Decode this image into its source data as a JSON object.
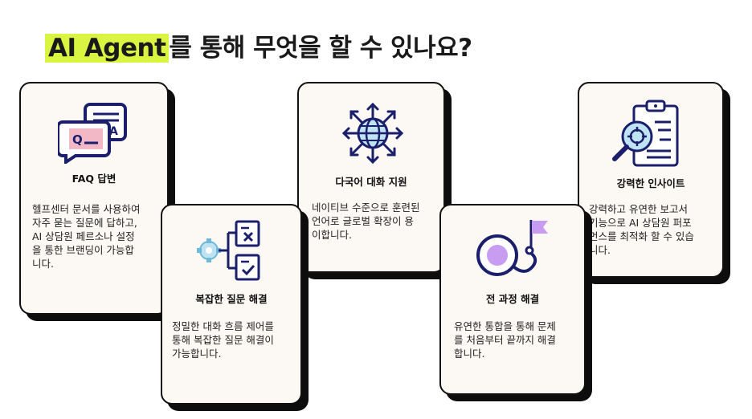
{
  "title": {
    "highlight": "AI Agent",
    "rest": "를 통해 무엇을 할 수 있나요?"
  },
  "cards": [
    {
      "title": "FAQ 답변",
      "desc": "헬프센터 문서를 사용하여\n자주 묻는 질문에 답하고,\nAI 상담원 페르소나 설정\n을 통한 브랜딩이 가능합\n니다.",
      "icon": "faq-chat-icon"
    },
    {
      "title": "복잡한 질문 해결",
      "desc": "정밀한 대화 흐름 제어를\n통해 복잡한 질문 해결이\n가능합니다.",
      "icon": "workflow-gear-icon"
    },
    {
      "title": "다국어 대화 지원",
      "desc": "네이티브 수준으로 훈련된\n언어로 글로벌 확장이 용\n이합니다.",
      "icon": "globe-arrows-icon"
    },
    {
      "title": "전 과정 해결",
      "desc": "유연한 통합을 통해 문제\n를 처음부터 끝까지 해결\n합니다.",
      "icon": "flag-path-icon"
    },
    {
      "title": "강력한 인사이트",
      "desc": "강력하고 유연한 보고서\n기능으로 AI 상담원 퍼포\n먼스를 최적화 할 수 있습\n니다.",
      "icon": "clipboard-magnifier-icon"
    }
  ],
  "colors": {
    "highlight": "#d9f542",
    "card_bg": "#fcf8f4",
    "icon_navy": "#1b1f6b",
    "icon_pink": "#f2b8c6",
    "icon_lightblue": "#bfe3f2",
    "icon_purple": "#c89cf0"
  }
}
